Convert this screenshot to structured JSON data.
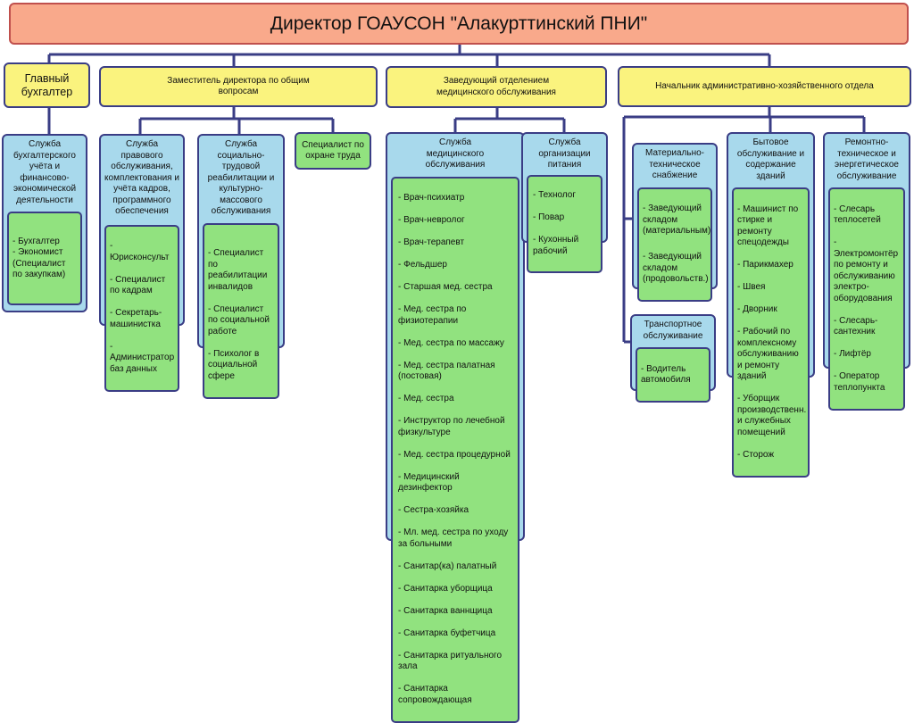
{
  "director": "Директор ГОАУСОН \"Алакурттинский ПНИ\"",
  "heads": {
    "chief_accountant": "Главный бухгалтер",
    "deputy": "Заместитель директора по общим вопросам",
    "medical_head": "Заведующий отделением медицинского обслуживания",
    "admin_head": "Начальник административно-хозяйственного отдела"
  },
  "accounting": {
    "title": "Служба бухгалтерского учёта и финансово-экономической деятельности",
    "items": [
      "- Бухгалтер",
      "- Экономист (Специалист по закупкам)"
    ]
  },
  "legal": {
    "title": "Служба правового обслуживания, комплектования и учёта кадров, программного обеспечения",
    "items": [
      "- Юрисконсульт",
      "- Специалист по кадрам",
      "- Секретарь-машинистка",
      "- Администратор баз данных"
    ]
  },
  "social": {
    "title": "Служба социально-трудовой реабилитации и культурно-массового обслуживания",
    "items": [
      "- Специалист по реабилитации инвалидов",
      "- Специалист по социальной работе",
      "- Психолог в социальной сфере"
    ]
  },
  "labor_safety": "Специалист по охране труда",
  "medical": {
    "title": "Служба медицинского обслуживания",
    "items": [
      "- Врач-психиатр",
      "- Врач-невролог",
      "- Врач-терапевт",
      "- Фельдшер",
      "- Старшая мед. сестра",
      "- Мед. сестра по физиотерапии",
      "- Мед. сестра по массажу",
      "- Мед. сестра палатная (постовая)",
      "- Мед. сестра",
      "- Инструктор по лечебной физкультуре",
      "- Мед. сестра процедурной",
      "- Медицинский дезинфектор",
      "- Сестра-хозяйка",
      "- Мл. мед. сестра по уходу за больными",
      "- Санитар(ка) палатный",
      "- Санитарка уборщица",
      "- Санитарка ваннщица",
      "- Санитарка буфетчица",
      "- Санитарка ритуального зала",
      "- Санитарка сопровождающая"
    ]
  },
  "catering": {
    "title": "Служба организации питания",
    "items": [
      "- Технолог",
      "- Повар",
      "- Кухонный рабочий"
    ]
  },
  "supply": {
    "title": "Материально-техническое снабжение",
    "items": [
      "- Заведующий складом (материальным)",
      "- Заведующий складом (продовольств.)"
    ]
  },
  "transport": {
    "title": "Транспортное обслуживание",
    "items": [
      "- Водитель автомобиля"
    ]
  },
  "household": {
    "title": "Бытовое обслуживание и содержание зданий",
    "items": [
      "- Машинист по стирке и ремонту спецодежды",
      "- Парикмахер",
      "- Швея",
      "- Дворник",
      "- Рабочий по комплексному обслуживанию и ремонту зданий",
      "- Уборщик производственн. и служебных помещений",
      "- Сторож"
    ]
  },
  "maintenance": {
    "title": "Ремонтно-техническое и энергетическое обслуживание",
    "items": [
      "- Слесарь теплосетей",
      "- Электромонтёр по ремонту и обслуживанию электро-оборудования",
      "- Слесарь-сантехник",
      "- Лифтёр",
      "- Оператор теплопункта"
    ]
  },
  "colors": {
    "director_fill": "#f9a98b",
    "head_fill": "#faf37e",
    "dept_fill": "#a8d9ec",
    "list_fill": "#91e27f",
    "line": "#3a3d85"
  }
}
